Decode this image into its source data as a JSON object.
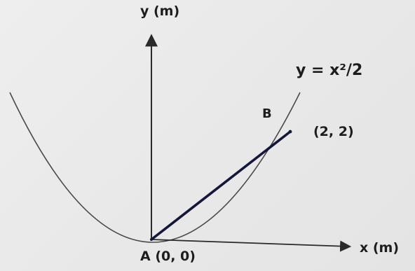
{
  "axes": {
    "y_label": "y (m)",
    "x_label": "x (m)"
  },
  "curve": {
    "equation_label": "y = x²/2"
  },
  "points": {
    "b_label": "B",
    "b_coord": "(2, 2)",
    "a_label": "A (0, 0)"
  },
  "colors": {
    "background": "#ececec",
    "curve": "#4a4a4a",
    "segment": "#16163a",
    "axis": "#2a2a2a",
    "text": "#1d1d1d"
  }
}
